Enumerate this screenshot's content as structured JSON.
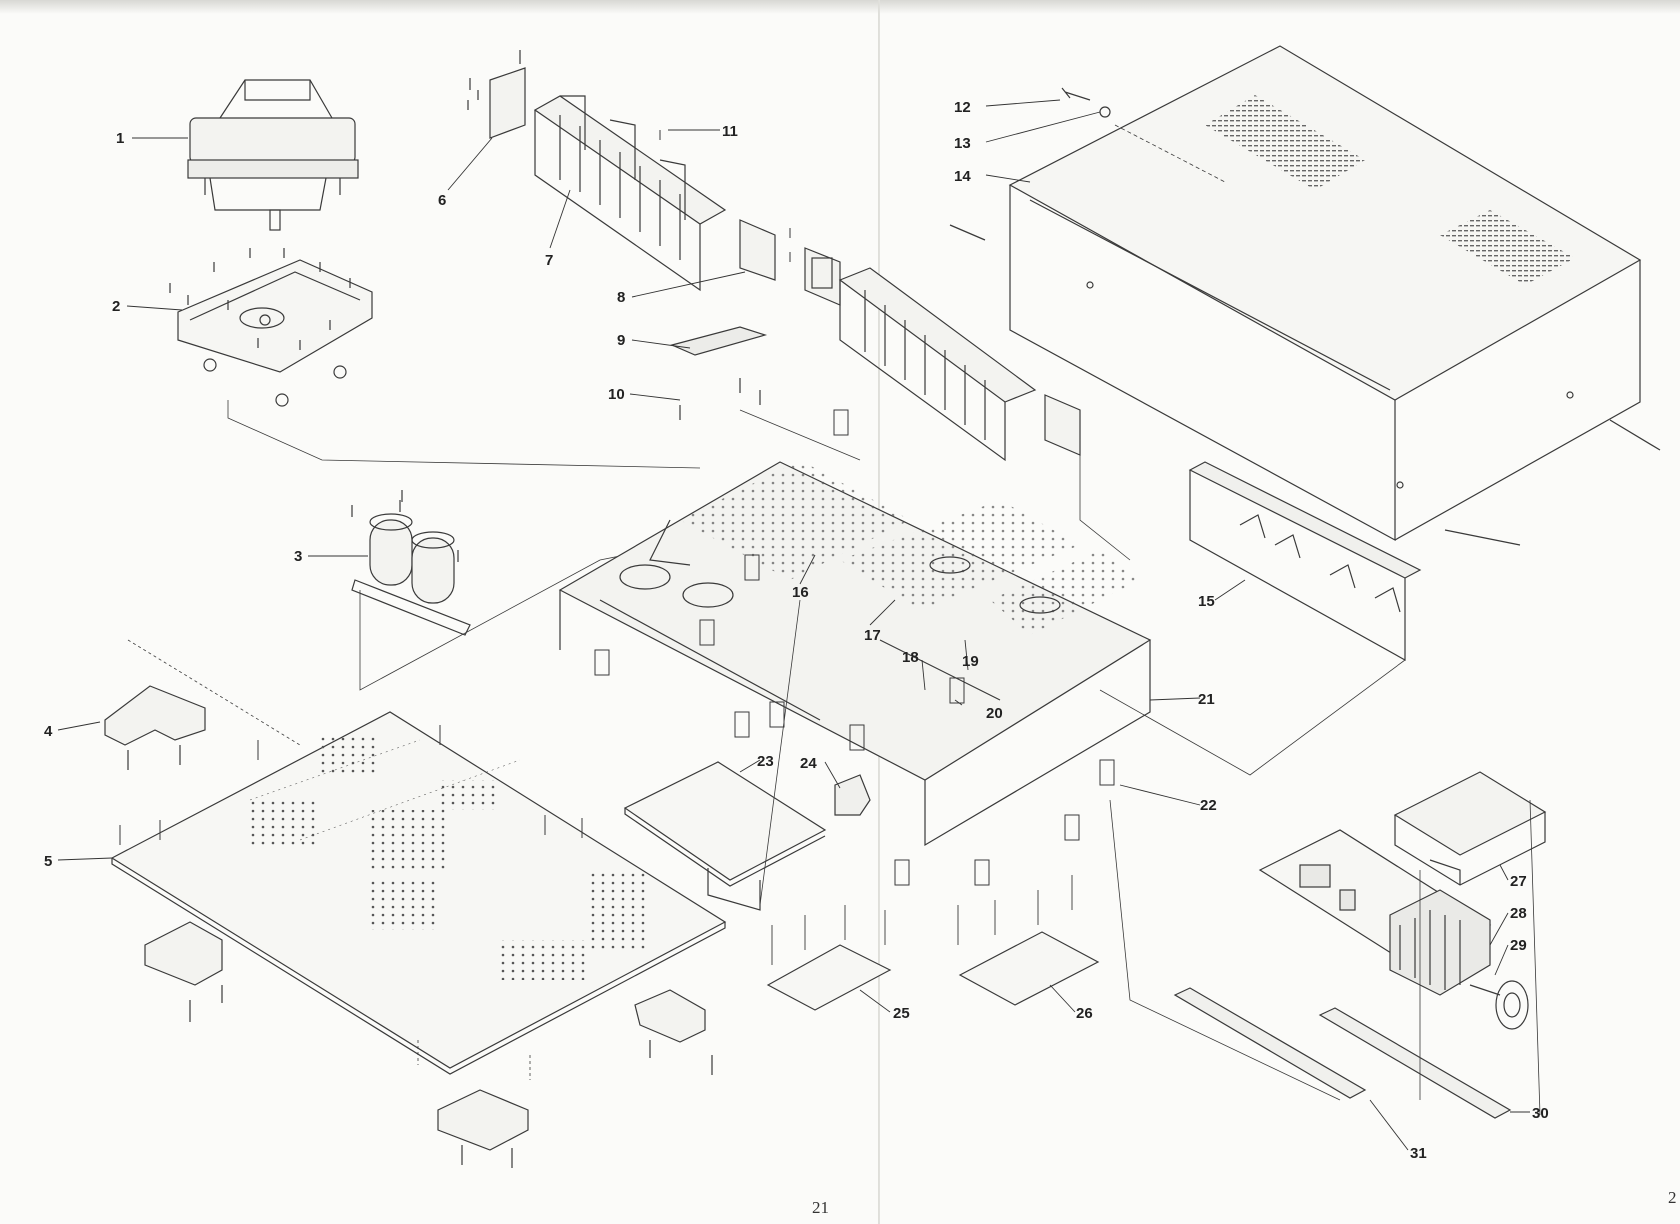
{
  "diagram": {
    "callouts": [
      "1",
      "2",
      "3",
      "4",
      "5",
      "6",
      "7",
      "8",
      "9",
      "10",
      "11",
      "12",
      "13",
      "14",
      "15",
      "16",
      "17",
      "18",
      "19",
      "20",
      "21",
      "22",
      "23",
      "24",
      "25",
      "26",
      "27",
      "28",
      "29",
      "30",
      "31"
    ]
  },
  "page_numbers": {
    "left": "21",
    "right": "2"
  }
}
